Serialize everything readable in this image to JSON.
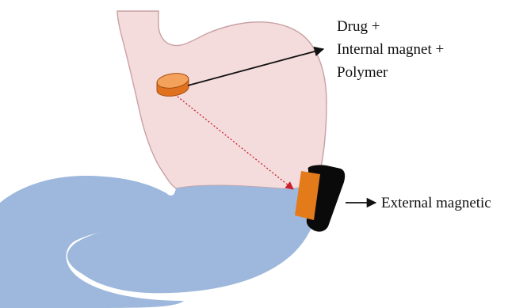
{
  "labels": {
    "capsule_contents": [
      "Drug +",
      "Internal magnet +",
      "Polymer"
    ],
    "external_device": "External magnetic"
  },
  "colors": {
    "stomach_upper_fill": "#f4dcdc",
    "stomach_outline": "#c9a0a4",
    "stomach_lower_fill": "#9db8dc",
    "capsule_top": "#f3a15b",
    "capsule_side": "#e0711f",
    "capsule_edge": "#a84f10",
    "internal_magnet": "#e37b1b",
    "external_magnet": "#0a0a0a",
    "trajectory_arrow": "#c8202d",
    "pointer_arrow": "#111111"
  }
}
